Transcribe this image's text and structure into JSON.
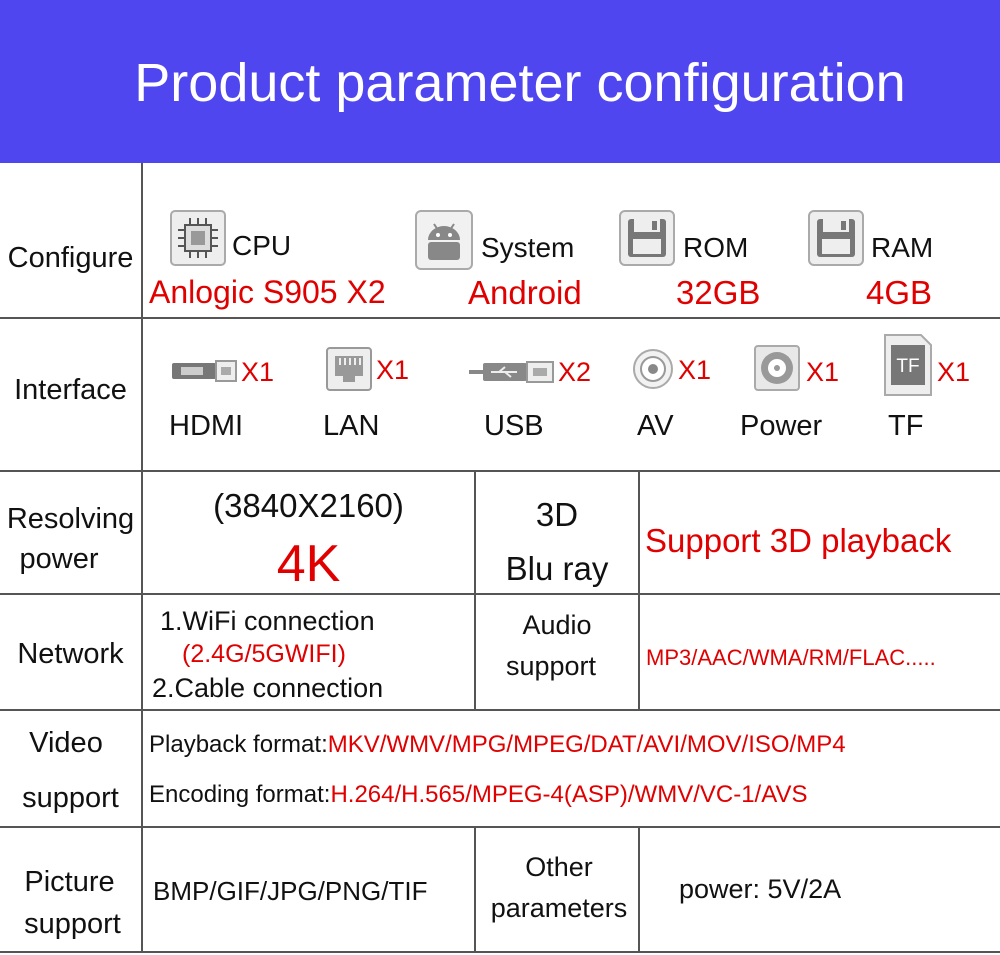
{
  "title": "Product parameter configuration",
  "colors": {
    "header_bg": "#5046f0",
    "accent_red": "#e00000"
  },
  "rows": {
    "configure": {
      "label": "Configure",
      "items": [
        {
          "icon": "cpu-chip-icon",
          "name": "CPU",
          "value": "Anlogic S905 X2"
        },
        {
          "icon": "android-icon",
          "name": "System",
          "value": "Android"
        },
        {
          "icon": "floppy-disk-icon",
          "name": "ROM",
          "value": "32GB"
        },
        {
          "icon": "floppy-disk-icon",
          "name": "RAM",
          "value": "4GB"
        }
      ]
    },
    "interface": {
      "label": "Interface",
      "items": [
        {
          "icon": "hdmi-port-icon",
          "qty": "X1",
          "name": "HDMI"
        },
        {
          "icon": "lan-port-icon",
          "qty": "X1",
          "name": "LAN"
        },
        {
          "icon": "usb-port-icon",
          "qty": "X2",
          "name": "USB"
        },
        {
          "icon": "av-port-icon",
          "qty": "X1",
          "name": "AV"
        },
        {
          "icon": "power-port-icon",
          "qty": "X1",
          "name": "Power"
        },
        {
          "icon": "tf-card-icon",
          "qty": "X1",
          "name": "TF",
          "icon_text": "TF"
        }
      ]
    },
    "resolving": {
      "label_line1": "Resolving",
      "label_line2": "power",
      "resolution": "(3840X2160)",
      "resolution_big": "4K",
      "mid_line1": "3D",
      "mid_line2": "Blu ray",
      "right": "Support 3D playback"
    },
    "network": {
      "label": "Network",
      "line1": "1.WiFi connection",
      "line2": "(2.4G/5GWIFI)",
      "line3": "2.Cable connection",
      "mid_line1": "Audio",
      "mid_line2": "support",
      "right": "MP3/AAC/WMA/RM/FLAC....."
    },
    "video": {
      "label_line1": "Video",
      "label_line2": "support",
      "playback_label": "Playback format:",
      "playback_value": "MKV/WMV/MPG/MPEG/DAT/AVI/MOV/ISO/MP4",
      "encoding_label": "Encoding format:",
      "encoding_value": "H.264/H.565/MPEG-4(ASP)/WMV/VC-1/AVS"
    },
    "picture": {
      "label_line1": "Picture",
      "label_line2": "support",
      "formats": "BMP/GIF/JPG/PNG/TIF",
      "mid_line1": "Other",
      "mid_line2": "parameters",
      "right": "power: 5V/2A"
    }
  }
}
